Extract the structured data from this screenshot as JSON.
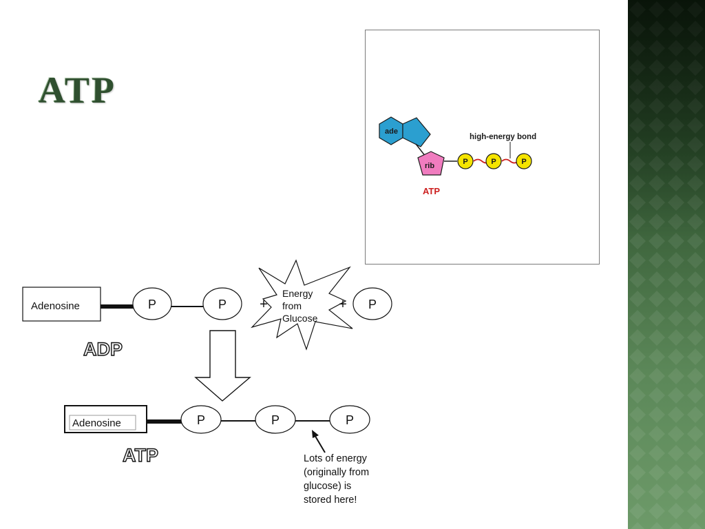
{
  "slide": {
    "title": "ATP"
  },
  "molecule_figure": {
    "adenine_label": "ade",
    "ribose_label": "rib",
    "phosphate_label": "P",
    "bond_label": "high-energy bond",
    "molecule_label": "ATP",
    "colors": {
      "adenine": "#2b9fd0",
      "ribose": "#f07cbf",
      "phosphate": "#f5e400",
      "bond": "#cc1f1f",
      "molecule_label": "#cc1f1f"
    }
  },
  "reaction_diagram": {
    "adp_adenosine": "Adenosine",
    "atp_adenosine": "Adenosine",
    "phosphate": "P",
    "plus_sign": "+",
    "energy_line1": "Energy",
    "energy_line2": "from",
    "energy_line3": "Glucose",
    "adp_label": "ADP",
    "atp_label": "ATP",
    "note_line1": "Lots of energy",
    "note_line2": "(originally from",
    "note_line3": "glucose) is",
    "note_line4": "stored here!"
  },
  "theme": {
    "side_band_dark": "#142c14",
    "side_band_light": "#6d9a69"
  }
}
